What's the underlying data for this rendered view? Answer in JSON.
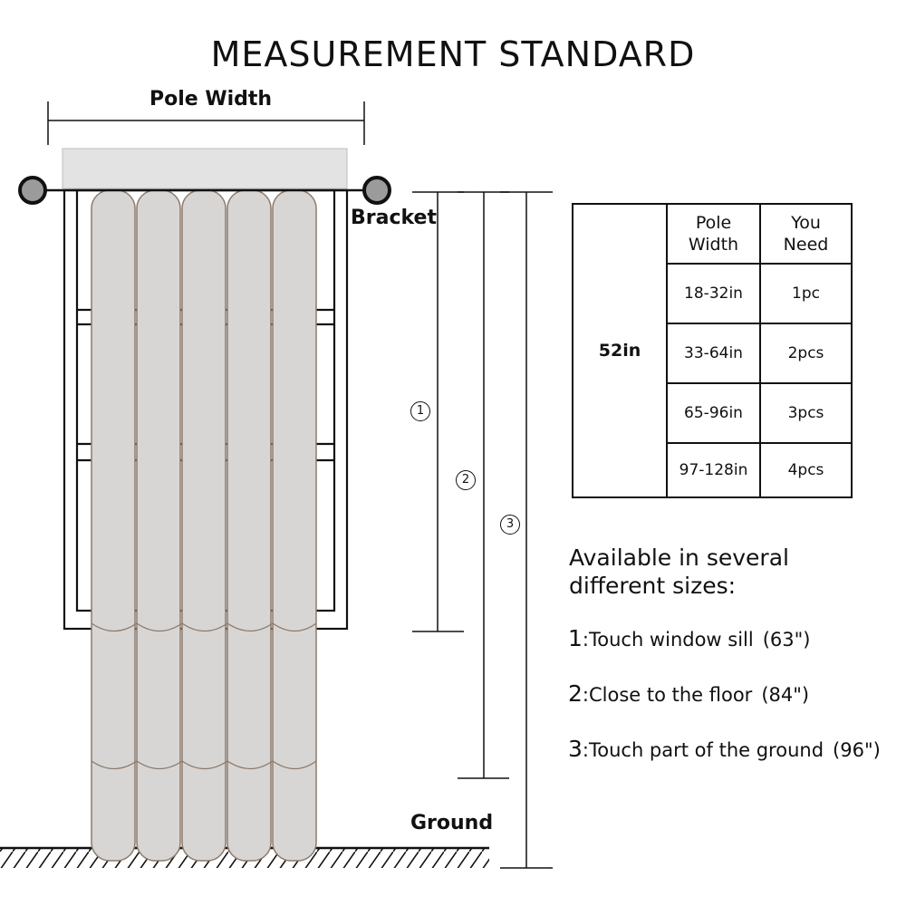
{
  "title": "MEASUREMENT STANDARD",
  "labels": {
    "pole_width": "Pole Width",
    "bracket": "Bracket",
    "ground": "Ground"
  },
  "markers": [
    "1",
    "2",
    "3"
  ],
  "table": {
    "size": "52in",
    "header": {
      "pole_width_l1": "Pole",
      "pole_width_l2": "Width",
      "you_need_l1": "You",
      "you_need_l2": "Need"
    },
    "rows": [
      {
        "width": "18-32in",
        "need": "1pc"
      },
      {
        "width": "33-64in",
        "need": "2pcs"
      },
      {
        "width": "65-96in",
        "need": "3pcs"
      },
      {
        "width": "97-128in",
        "need": "4pcs"
      }
    ]
  },
  "available": "Available in several different sizes:",
  "options": [
    {
      "num": "1",
      "text": ":Touch window sill",
      "value": "(63\")"
    },
    {
      "num": "2",
      "text": ":Close to the floor",
      "value": "(84\")"
    },
    {
      "num": "3",
      "text": ":Touch part of the ground",
      "value": "(96\")"
    }
  ],
  "colors": {
    "curtain": "#d8d6d4",
    "curtain_edge": "#8c7a6c",
    "valance": "#e3e3e3",
    "bracket_fill": "#9b9b9b",
    "line": "#111111"
  }
}
